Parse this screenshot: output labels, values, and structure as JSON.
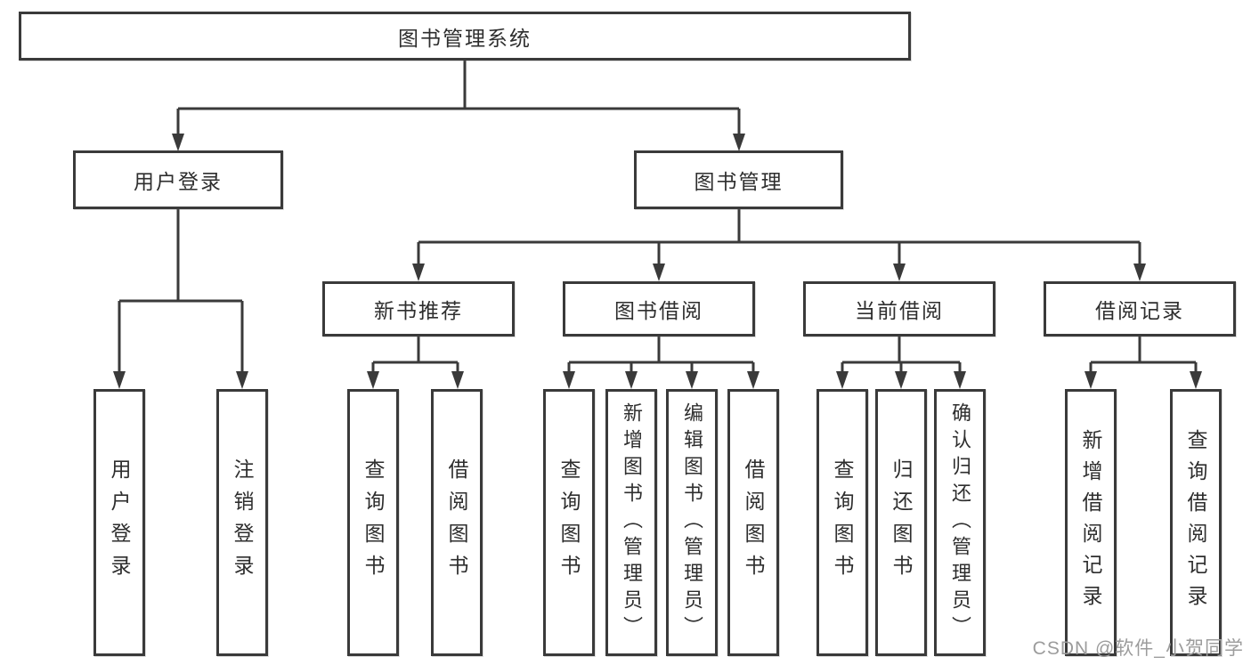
{
  "nodes": {
    "root": "图书管理系统",
    "user_login": "用户登录",
    "book_mgmt": "图书管理",
    "new_book_rec": "新书推荐",
    "book_borrow": "图书借阅",
    "current_borrow": "当前借阅",
    "borrow_record": "借阅记录",
    "user_login_leaf": "用户登录",
    "logout_leaf": "注销登录",
    "rec_query_book": "查询图书",
    "rec_borrow_book": "借阅图书",
    "bb_query_book": "查询图书",
    "bb_add_book": "新增图书（管理员）",
    "bb_edit_book": "编辑图书（管理员）",
    "bb_borrow_book": "借阅图书",
    "cb_query_book": "查询图书",
    "cb_return_book": "归还图书",
    "cb_confirm_return": "确认归还（管理员）",
    "br_add_record": "新增借阅记录",
    "br_query_record": "查询借阅记录"
  },
  "watermark": {
    "text": "CSDN @软件_小贺同学",
    "color": "#9c9c9c"
  },
  "colors": {
    "line": "#3a3a3a",
    "text": "#2e2e2e",
    "background": "#ffffff"
  }
}
